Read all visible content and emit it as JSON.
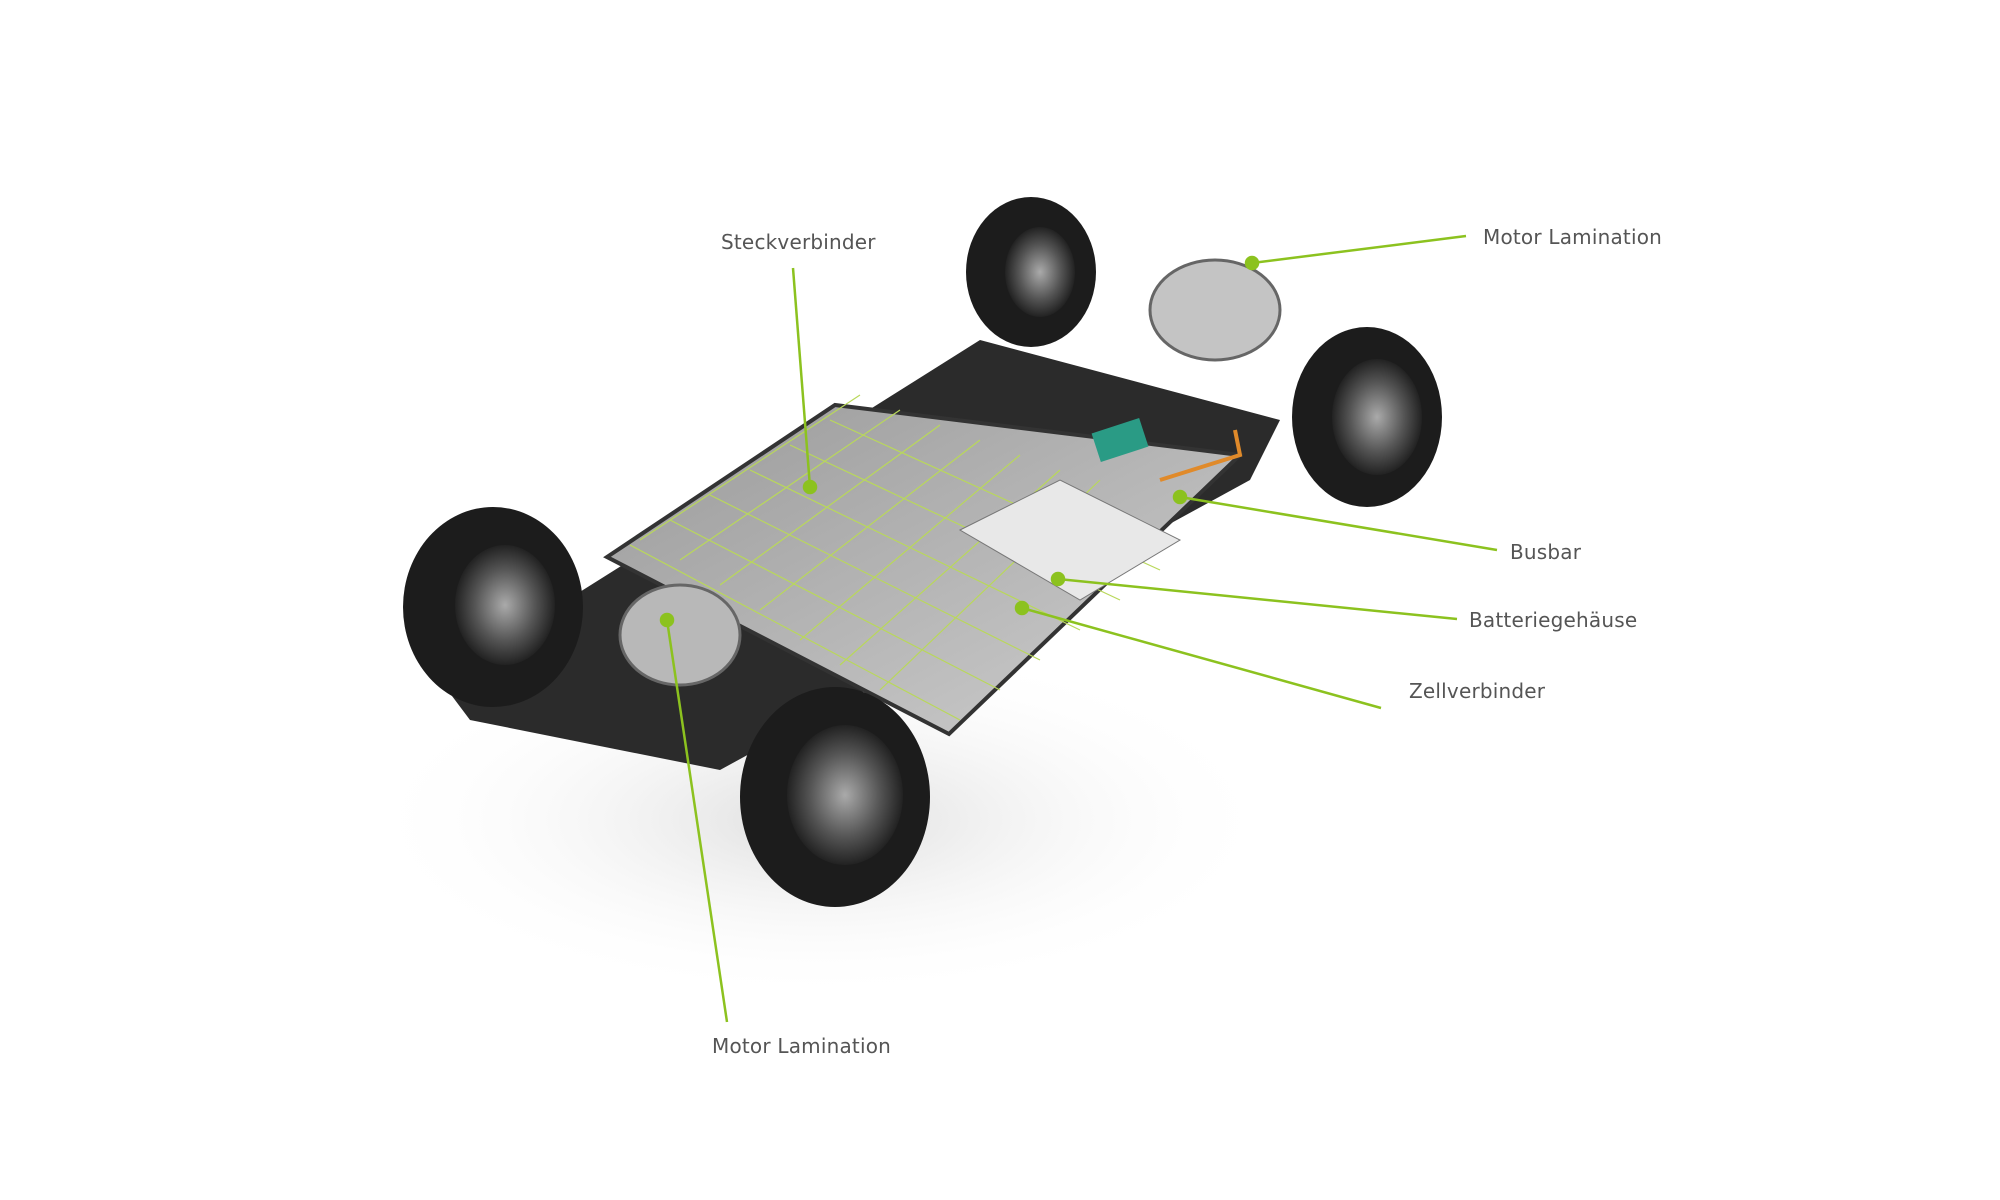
{
  "accent_color": "#8cc21f",
  "callouts": [
    {
      "id": "steckverbinder",
      "label": "Steckverbinder"
    },
    {
      "id": "motor-lamination-rear",
      "label": "Motor Lamination"
    },
    {
      "id": "busbar",
      "label": "Busbar"
    },
    {
      "id": "batteriegehaeuse",
      "label": "Batteriegehäuse"
    },
    {
      "id": "zellverbinder",
      "label": "Zellverbinder"
    },
    {
      "id": "motor-lamination-front",
      "label": "Motor Lamination"
    }
  ]
}
